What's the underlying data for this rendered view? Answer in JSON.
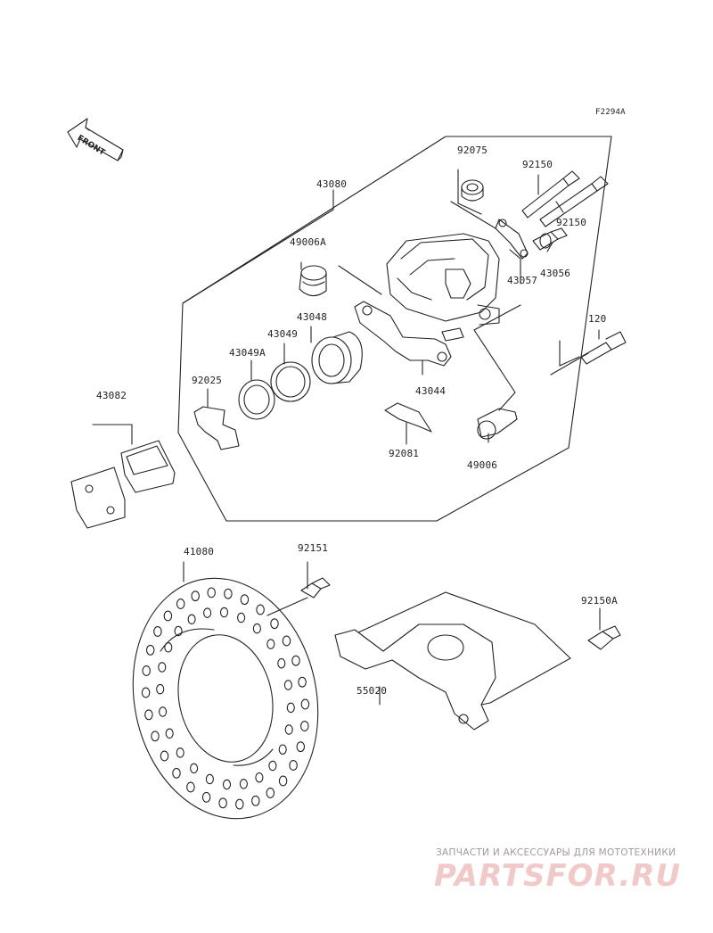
{
  "figure": {
    "code": "F2294A",
    "front_marker": "FRONT"
  },
  "parts": {
    "p43080": "43080",
    "p92075": "92075",
    "p92150_top": "92150",
    "p92150_right": "92150",
    "p49006A": "49006A",
    "p43057": "43057",
    "p43056": "43056",
    "p43048": "43048",
    "p43049": "43049",
    "p43049A": "43049A",
    "p92025": "92025",
    "p43044": "43044",
    "p120": "120",
    "p43082": "43082",
    "p92081": "92081",
    "p49006": "49006",
    "p41080": "41080",
    "p92151": "92151",
    "p92150A": "92150A",
    "p55020": "55020"
  },
  "watermark": {
    "tagline": "ЗАПЧАСТИ И АКСЕССУАРЫ ДЛЯ МОТОТЕХНИКИ",
    "logo": "PARTSFOR.RU",
    "color": "#f2c9c9"
  },
  "colors": {
    "line": "#222222",
    "background": "#ffffff"
  }
}
